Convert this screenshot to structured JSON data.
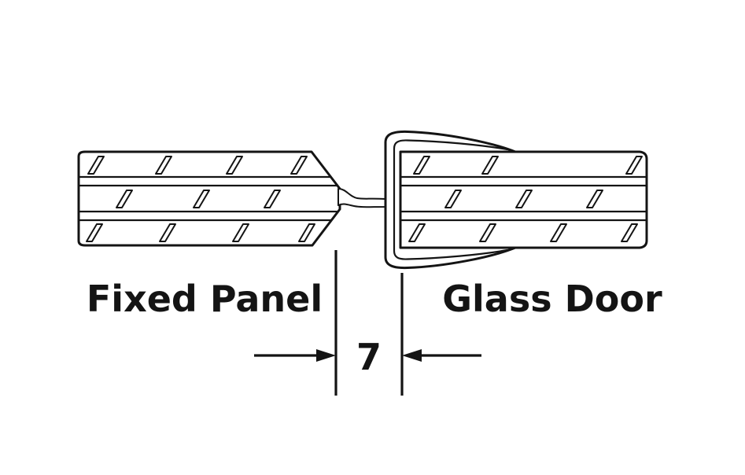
{
  "diagram": {
    "left_label": "Fixed Panel",
    "right_label": "Glass Door",
    "gap_value": "7",
    "colors": {
      "line": "#141414",
      "background": "#ffffff"
    }
  }
}
